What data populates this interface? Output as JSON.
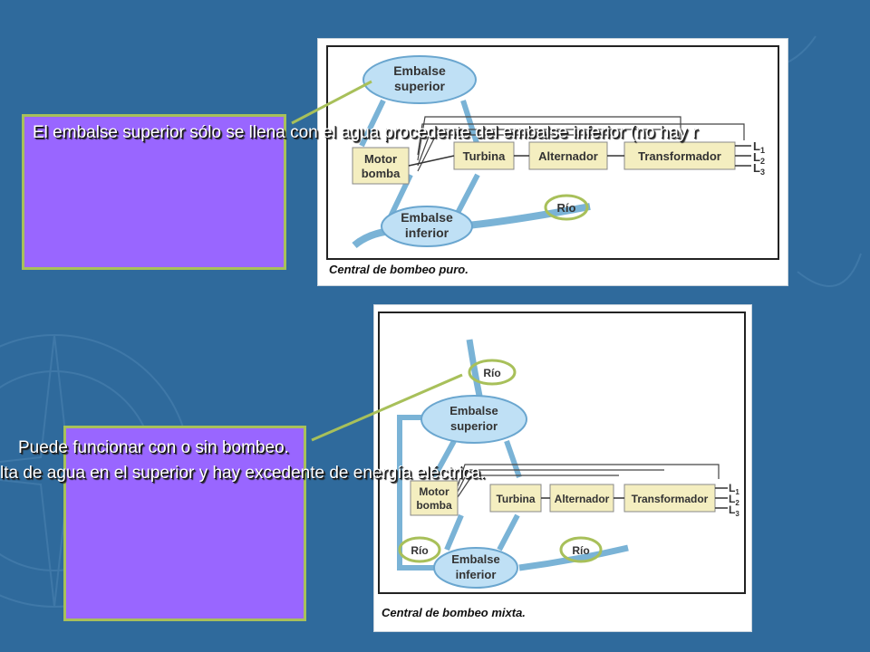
{
  "slide": {
    "background_color": "#2f6a9c",
    "box_fill_color": "#9966ff",
    "box_border_color": "#a8c05a"
  },
  "top_section": {
    "caption": "El embalse superior sólo se llena con el agua procedente del  embalse inferior (no hay r",
    "diagram": {
      "caption": "Central de bombeo puro.",
      "upper_reservoir": [
        "Embalse",
        "superior"
      ],
      "lower_reservoir": [
        "Embalse",
        "inferior"
      ],
      "motor_pump": [
        "Motor",
        "bomba"
      ],
      "turbine": "Turbina",
      "alternator": "Alternador",
      "transformer": "Transformador",
      "river": "Río",
      "lines": [
        "L",
        "L",
        "L"
      ],
      "line_subscripts": [
        "1",
        "2",
        "3"
      ]
    }
  },
  "bottom_section": {
    "caption_line1": "Puede funcionar con o sin bombeo.",
    "caption_line2": "lta de agua en el superior y hay excedente de energía eléctrica.",
    "diagram": {
      "caption": "Central de bombeo mixta.",
      "upper_reservoir": [
        "Embalse",
        "superior"
      ],
      "lower_reservoir": [
        "Embalse",
        "inferior"
      ],
      "motor_pump": [
        "Motor",
        "bomba"
      ],
      "turbine": "Turbina",
      "alternator": "Alternador",
      "transformer": "Transformador",
      "river_top": "Río",
      "river_left": "Río",
      "river_right": "Río",
      "lines": [
        "L",
        "L",
        "L"
      ],
      "line_subscripts": [
        "1",
        "2",
        "3"
      ]
    }
  }
}
